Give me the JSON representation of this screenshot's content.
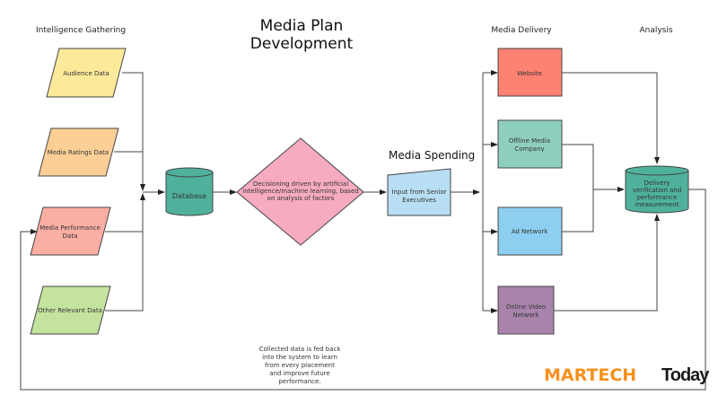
{
  "headers": {
    "intelligence": "Intelligence Gathering",
    "title_line1": "Media Plan",
    "title_line2": "Development",
    "delivery": "Media Delivery",
    "analysis": "Analysis",
    "spending": "Media Spending"
  },
  "inputs": [
    {
      "label": "Audience Data",
      "color": "#fde99a"
    },
    {
      "label": "Media Ratings Data",
      "color": "#fbcf96"
    },
    {
      "label_line1": "Media Performance",
      "label_line2": "Data",
      "color": "#fbaea3"
    },
    {
      "label": "Other Relevant Data",
      "color": "#c4e39f"
    }
  ],
  "database": {
    "label": "Database",
    "color": "#4fb19b"
  },
  "decision": {
    "line1": "Decisioning driven by artificial",
    "line2": "intelligence/machine learning, based",
    "line3": "on analysis of factors",
    "color": "#f6abc0"
  },
  "spending_input": {
    "line1": "Input from Senior",
    "line2": "Executives",
    "color": "#b8def3"
  },
  "channels": [
    {
      "line1": "Website",
      "line2": "",
      "color": "#fe8272"
    },
    {
      "line1": "Offline Media",
      "line2": "Company",
      "color": "#8fcfc0"
    },
    {
      "line1": "Ad Network",
      "line2": "",
      "color": "#8ecff1"
    },
    {
      "line1": "Online Video",
      "line2": "Network",
      "color": "#a884ad"
    }
  ],
  "analysis_db": {
    "line1": "Delivery",
    "line2": "verification and",
    "line3": "performance",
    "line4": "measurement",
    "color": "#4fb19b"
  },
  "feedback_note": [
    "Collected data is fed back",
    "into the system to learn",
    "from every placement",
    "and improve future",
    "performance."
  ],
  "logo": {
    "part1": "MARTECH",
    "part2": "Today",
    "accent": "#f7901e"
  }
}
